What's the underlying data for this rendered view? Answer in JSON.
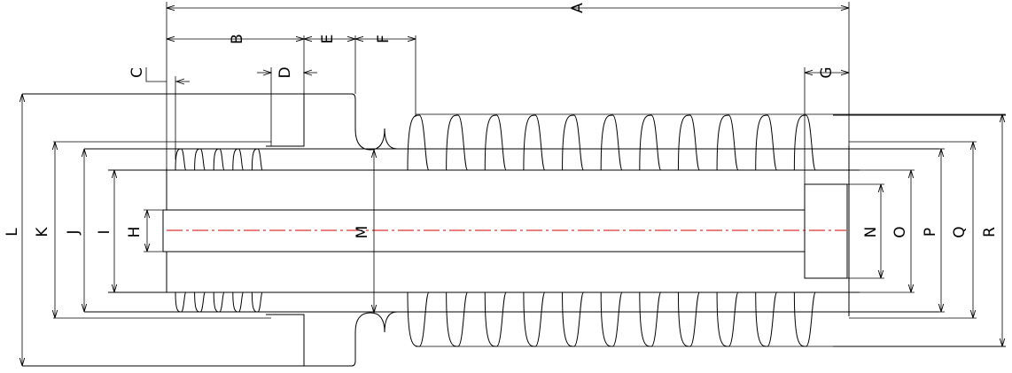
{
  "labels": {
    "A": "A",
    "B": "B",
    "C": "C",
    "D": "D",
    "E": "E",
    "F": "F",
    "G": "G",
    "H": "H",
    "I": "I",
    "J": "J",
    "K": "K",
    "L": "L",
    "M": "M",
    "N": "N",
    "O": "O",
    "P": "P",
    "Q": "Q",
    "R": "R"
  },
  "colors": {
    "outline": "#000000",
    "centerline": "#d00000",
    "background": "#ffffff"
  }
}
